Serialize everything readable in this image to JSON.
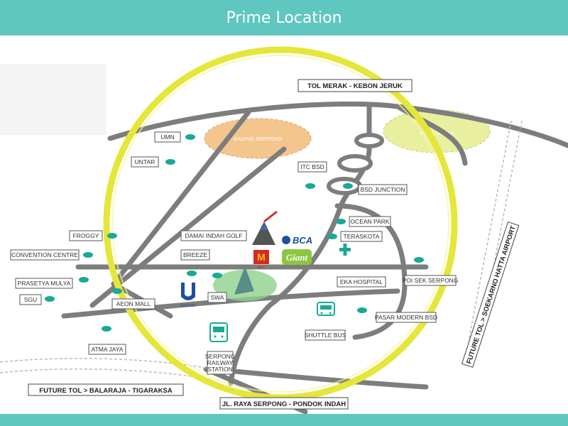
{
  "header": {
    "title": "Prime Location"
  },
  "colors": {
    "accent": "#5fc7bf",
    "road": "#7d7d7d",
    "marker": "#1aa898",
    "highlight_ring": "#e5e63a",
    "area_orange": "#f5c58e",
    "area_green": "#e8f0a0"
  },
  "map": {
    "roads": {
      "tol_north": "TOL MERAK - KEBON JERUK",
      "future_tol_south": "FUTURE TOL > BALARAJA - TIGARAKSA",
      "future_tol_east": "FUTURE TOL > SOEKARNO HATTA AIRPORT",
      "bottom_road": "JL. RAYA SERPONG - PONDOK INDAH"
    },
    "areas": {
      "gading_serpong": "GADING SERPONG",
      "alam_sutra": "ALAM SUTRA"
    },
    "places": {
      "umn": "UMN",
      "untar": "UNTAR",
      "froggy": "FROGGY",
      "convention_centre": "CONVENTION CENTRE",
      "prasetya_mulya": "PRASETYA MULYA",
      "sgu": "SGU",
      "atma_jaya": "ATMA JAYA",
      "aeon_mall": "AEON MALL",
      "breeze": "BREEZE",
      "swa": "SWA",
      "damai_indah_golf": "DAMAI INDAH GOLF",
      "itc_bsd": "ITC BSD",
      "bsd_junction": "BSD JUNCTION",
      "ocean_park": "OCEAN PARK",
      "teraskota": "TERASKOTA",
      "eka_hospital": "EKA HOSPITAL",
      "poi_sek_serpong": "POI SEK SERPONG",
      "pasar_modern": "PASAR MODERN BSD",
      "shuttle_bus": "SHUTTLE BUS",
      "serpong_station_1": "SERPONG",
      "serpong_station_2": "RAILWAY",
      "serpong_station_3": "STATION"
    },
    "logos": {
      "bca": "BCA",
      "giant": "Giant",
      "unilever": "Unilever",
      "mcd": "M",
      "mcd_sub": "McD"
    }
  }
}
